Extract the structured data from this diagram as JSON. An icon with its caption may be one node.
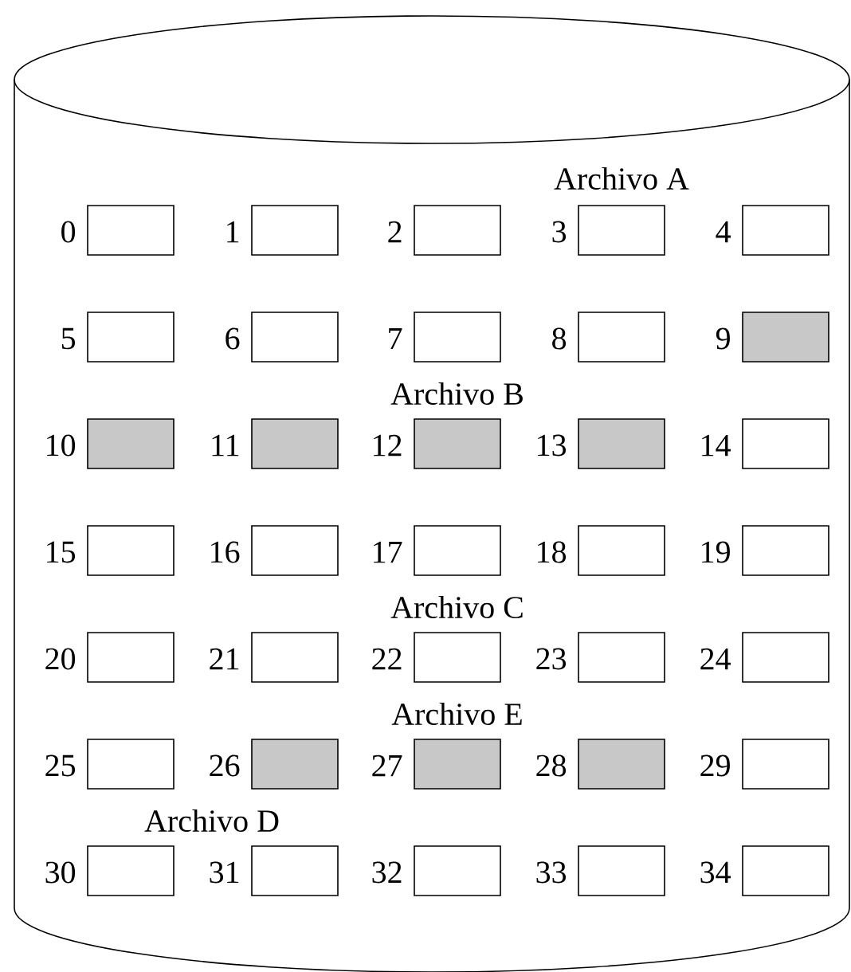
{
  "diagram": {
    "nodes": [
      {
        "text": [],
        "shape": "cylinder"
      },
      {
        "text": [],
        "shape": "box",
        "in": 0,
        "beside": [
          "0"
        ]
      },
      {
        "text": [],
        "shape": "box",
        "in": 0,
        "beside": [
          "1"
        ]
      },
      {
        "text": [],
        "shape": "box",
        "in": 0,
        "beside": [
          "2"
        ]
      },
      {
        "text": [],
        "shape": "box",
        "in": 0,
        "beside": [
          "3"
        ]
      },
      {
        "text": [],
        "shape": "box",
        "in": 0,
        "beside": [
          "4"
        ]
      },
      {
        "text": [],
        "shape": "box",
        "in": 0,
        "beside": [
          "5"
        ]
      },
      {
        "text": [],
        "shape": "box",
        "in": 0,
        "beside": [
          "6"
        ]
      },
      {
        "text": [],
        "shape": "box",
        "in": 0,
        "beside": [
          "7"
        ]
      },
      {
        "text": [],
        "shape": "box",
        "in": 0,
        "beside": [
          "8"
        ]
      },
      {
        "text": [],
        "shape": "box",
        "in": 0,
        "beside": [
          "9"
        ]
      },
      {
        "text": [],
        "shape": "box",
        "in": 0,
        "beside": [
          "10"
        ]
      },
      {
        "text": [],
        "shape": "box",
        "in": 0,
        "beside": [
          "11"
        ]
      },
      {
        "text": [],
        "shape": "box",
        "in": 0,
        "beside": [
          "12"
        ]
      },
      {
        "text": [],
        "shape": "box",
        "in": 0,
        "beside": [
          "13"
        ]
      },
      {
        "text": [],
        "shape": "box",
        "in": 0,
        "beside": [
          "14"
        ]
      },
      {
        "text": [],
        "shape": "box",
        "in": 0,
        "beside": [
          "15"
        ]
      },
      {
        "text": [],
        "shape": "box",
        "in": 0,
        "beside": [
          "16"
        ]
      },
      {
        "text": [],
        "shape": "box",
        "in": 0,
        "beside": [
          "17"
        ]
      },
      {
        "text": [],
        "shape": "box",
        "in": 0,
        "beside": [
          "18"
        ]
      },
      {
        "text": [],
        "shape": "box",
        "in": 0,
        "beside": [
          "19"
        ]
      },
      {
        "text": [],
        "shape": "box",
        "in": 0,
        "beside": [
          "20"
        ]
      },
      {
        "text": [],
        "shape": "box",
        "in": 0,
        "beside": [
          "21"
        ]
      },
      {
        "text": [],
        "shape": "box",
        "in": 0,
        "beside": [
          "22"
        ]
      },
      {
        "text": [],
        "shape": "box",
        "in": 0,
        "beside": [
          "23"
        ]
      },
      {
        "text": [],
        "shape": "box",
        "in": 0,
        "beside": [
          "24"
        ]
      },
      {
        "text": [],
        "shape": "box",
        "in": 0,
        "beside": [
          "25"
        ]
      },
      {
        "text": [],
        "shape": "box",
        "in": 0,
        "beside": [
          "26"
        ]
      },
      {
        "text": [],
        "shape": "box",
        "in": 0,
        "beside": [
          "27"
        ]
      },
      {
        "text": [],
        "shape": "box",
        "in": 0,
        "beside": [
          "28"
        ]
      },
      {
        "text": [],
        "shape": "box",
        "in": 0,
        "beside": [
          "29"
        ]
      },
      {
        "text": [],
        "shape": "box",
        "in": 0,
        "beside": [
          "30"
        ]
      },
      {
        "text": [],
        "shape": "box",
        "in": 0,
        "beside": [
          "31"
        ]
      },
      {
        "text": [],
        "shape": "box",
        "in": 0,
        "beside": [
          "32"
        ]
      },
      {
        "text": [],
        "shape": "box",
        "in": 0,
        "beside": [
          "33"
        ]
      },
      {
        "text": [],
        "shape": "box",
        "in": 0,
        "beside": [
          "34"
        ]
      }
    ],
    "labels": [
      "Archivo A",
      "Archivo B",
      "Archivo C",
      "Archivo E",
      "Archivo D"
    ]
  }
}
